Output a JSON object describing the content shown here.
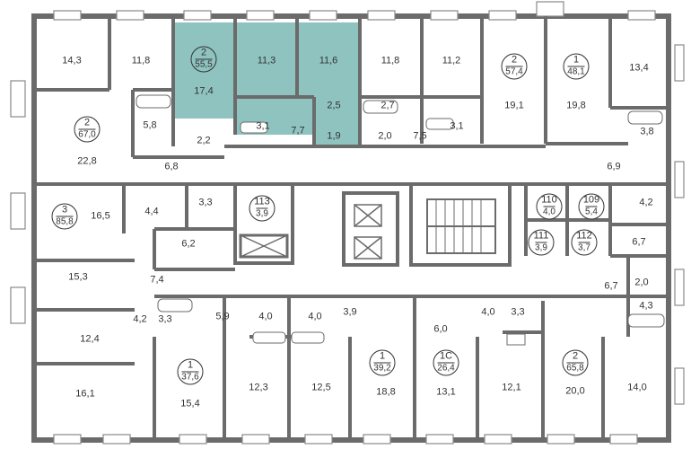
{
  "colors": {
    "wall": "#6b6b6b",
    "highlight": "#8fc3bf",
    "room_fill": "#ffffff",
    "text": "#333333"
  },
  "highlighted_unit": {
    "rooms": "2",
    "area": "55,5"
  },
  "units": [
    {
      "rooms": "2",
      "area": "55,5"
    },
    {
      "rooms": "2",
      "area": "67,0"
    },
    {
      "rooms": "2",
      "area": "57,4"
    },
    {
      "rooms": "1",
      "area": "48,1"
    },
    {
      "rooms": "3",
      "area": "85,8"
    },
    {
      "rooms": "113",
      "area": "3,9"
    },
    {
      "rooms": "110",
      "area": "4,0"
    },
    {
      "rooms": "109",
      "area": "5,4"
    },
    {
      "rooms": "111",
      "area": "3,9"
    },
    {
      "rooms": "112",
      "area": "3,7"
    },
    {
      "rooms": "1",
      "area": "37,6"
    },
    {
      "rooms": "1",
      "area": "39,2"
    },
    {
      "rooms": "1С",
      "area": "26,4"
    },
    {
      "rooms": "2",
      "area": "65,8"
    }
  ],
  "room_areas": [
    "14,3",
    "11,8",
    "17,4",
    "11,3",
    "11,6",
    "11,8",
    "11,2",
    "19,1",
    "19,8",
    "13,4",
    "5,8",
    "2,2",
    "3,1",
    "7,7",
    "2,5",
    "1,9",
    "2,7",
    "2,0",
    "7,5",
    "3,1",
    "3,8",
    "22,8",
    "6,8",
    "6,9",
    "16,5",
    "4,4",
    "3,3",
    "4,2",
    "6,2",
    "6,7",
    "15,3",
    "7,4",
    "6,7",
    "2,0",
    "4,3",
    "12,4",
    "4,2",
    "3,3",
    "5,9",
    "4,0",
    "4,0",
    "3,9",
    "6,0",
    "4,0",
    "3,3",
    "16,1",
    "15,4",
    "12,3",
    "12,5",
    "18,8",
    "13,1",
    "12,1",
    "20,0",
    "14,0"
  ]
}
